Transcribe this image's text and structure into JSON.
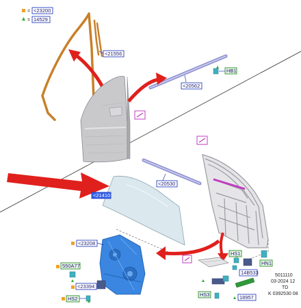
{
  "legend": [
    {
      "ref": "<23200",
      "color": "#f0a12a",
      "icon": "square-orange-icon"
    },
    {
      "ref": "14529",
      "color": "#33aa33",
      "icon": "triangle-green-icon"
    }
  ],
  "callouts": {
    "c21556": "<21556",
    "c20562": "<20562",
    "hb1": "HB1",
    "c20530": "<20530",
    "c21410": "<21410",
    "c23208": "<23208",
    "c550a77": "550A77",
    "c23394": "<23394",
    "hs2": "HS2",
    "hs1": "HS1",
    "c14b533": "14B533",
    "hn1": "HN1",
    "hs3": "HS3",
    "c18957": "18957"
  },
  "document_info": {
    "line1": "5011110",
    "line2": "03-2024 12",
    "line3": "TD",
    "line4": "K 0392530 08"
  },
  "colors": {
    "seal_orange": "#c8802a",
    "arrow_red": "#e0201c",
    "regulator_blue": "#3a86e0",
    "panel_grey": "#c9c9cc",
    "glass": "#dbe8ee",
    "label_blue": "#2a3fbf",
    "label_green": "#2a8a2a"
  }
}
